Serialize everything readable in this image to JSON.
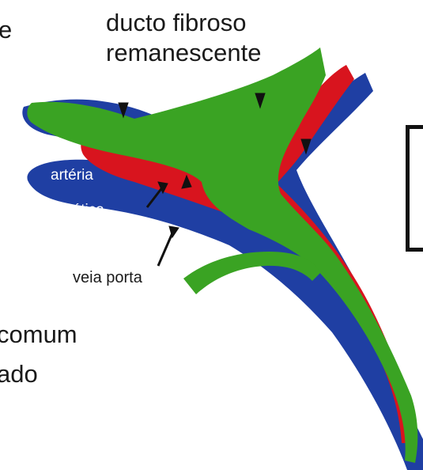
{
  "labels": {
    "duct_line1": "ducto fibroso",
    "duct_line2": "remanescente",
    "artery_line1": "artéria",
    "artery_line2": "hepática",
    "portal_vein": "veia porta",
    "fragment_e": "e",
    "fragment_comum": "comum",
    "fragment_ado": "ado"
  },
  "colors": {
    "portal_vein": "#1f3fa3",
    "hepatic_artery": "#d8141e",
    "fibrous_duct": "#3aa323",
    "text": "#1a1a1a"
  }
}
